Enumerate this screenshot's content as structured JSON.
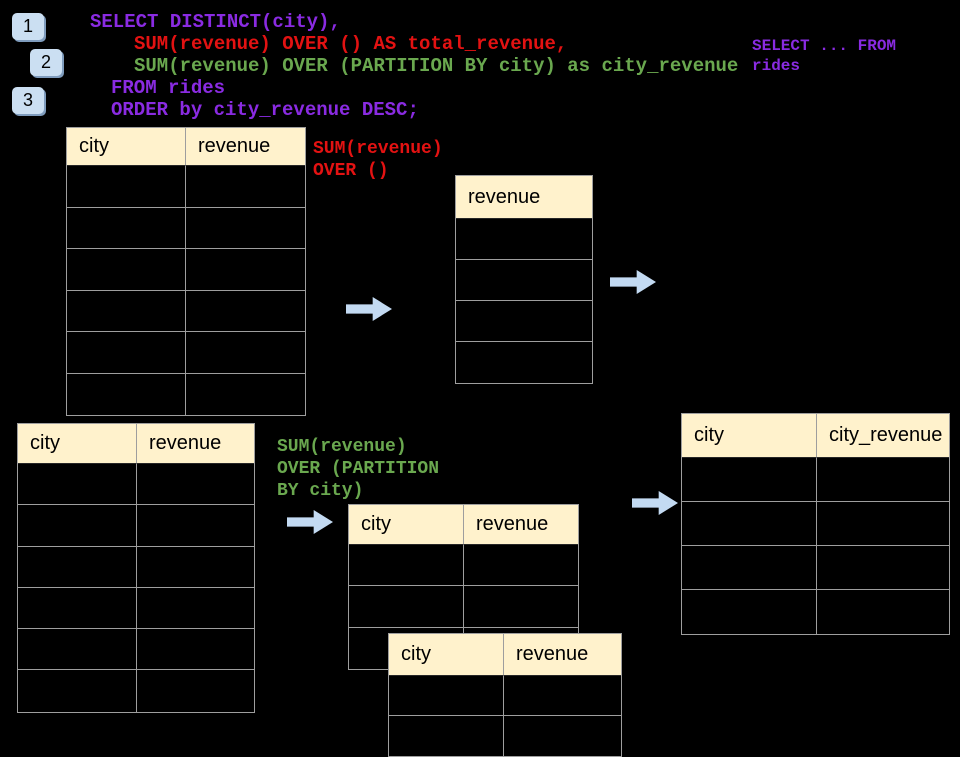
{
  "colors": {
    "purple": "#8A2BE2",
    "red": "#E31212",
    "green": "#6AA84F",
    "header_bg": "#FFF2CC",
    "badge_bg": "#CBDFF2",
    "arrow_fill": "#C3DAF2",
    "table_border": "#9E9E9E",
    "background": "#000000"
  },
  "badges": [
    {
      "label": "1"
    },
    {
      "label": "2"
    },
    {
      "label": "3"
    }
  ],
  "blocks": {
    "sql": [
      {
        "text": "SELECT DISTINCT(city),",
        "color": "purple",
        "indent": 0
      },
      {
        "text": "SUM(revenue) OVER () AS total_revenue,",
        "color": "red",
        "indent": 2
      },
      {
        "text": "SUM(revenue) OVER (PARTITION BY city) as city_revenue",
        "color": "green",
        "indent": 2
      },
      {
        "text": "FROM rides",
        "color": "purple",
        "indent": 1
      },
      {
        "text": "ORDER by city_revenue DESC;",
        "color": "purple",
        "indent": 1
      }
    ],
    "side_note": [
      {
        "text": "SELECT ... FROM",
        "color": "purple",
        "indent": 0
      },
      {
        "text": "rides",
        "color": "purple",
        "indent": 0
      }
    ],
    "total_annotation": [
      {
        "text": "SUM(revenue)",
        "color": "red",
        "indent": 0
      },
      {
        "text": "OVER ()",
        "color": "red",
        "indent": 0
      }
    ],
    "partition_annotation": [
      {
        "text": "SUM(revenue)",
        "color": "green",
        "indent": 0
      },
      {
        "text": "OVER (PARTITION",
        "color": "green",
        "indent": 0
      },
      {
        "text": "BY city)",
        "color": "green",
        "indent": 0
      }
    ]
  },
  "tables": {
    "source_top": {
      "headers": [
        "city",
        "revenue"
      ],
      "rows": 6
    },
    "total_revenue": {
      "headers": [
        "revenue"
      ],
      "rows": 4
    },
    "source_bottom": {
      "headers": [
        "city",
        "revenue"
      ],
      "rows": 6
    },
    "partition_a": {
      "headers": [
        "city",
        "revenue"
      ],
      "rows": 3
    },
    "partition_b": {
      "headers": [
        "city",
        "revenue"
      ],
      "rows": 2
    },
    "result": {
      "headers": [
        "city",
        "city_revenue"
      ],
      "rows": 4
    }
  }
}
